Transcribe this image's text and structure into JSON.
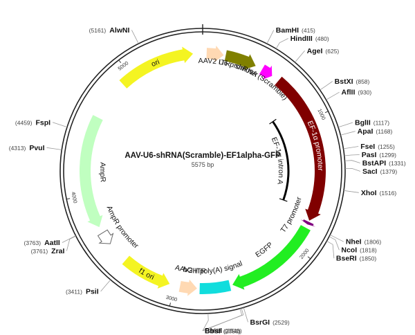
{
  "plasmid": {
    "name": "AAV-U6-shRNA(Scramble)-EF1alpha-GFP",
    "size": "5575 bp",
    "length": 5575
  },
  "ticks": [
    {
      "label": "1000",
      "bp": 1000
    },
    {
      "label": "2000",
      "bp": 2000
    },
    {
      "label": "3000",
      "bp": 3000
    },
    {
      "label": "4000",
      "bp": 4000
    },
    {
      "label": "5000",
      "bp": 5000
    }
  ],
  "features": [
    {
      "id": "ori",
      "label": "ori",
      "start": 4915,
      "end": 5502,
      "dir": "cw",
      "ring": "inner",
      "color": "#f4f422",
      "labelInside": true
    },
    {
      "id": "itr1",
      "label": "AAV2 ITR",
      "start": 30,
      "end": 160,
      "dir": "cw",
      "ring": "inner",
      "color": "#ffd9b3"
    },
    {
      "id": "u6",
      "label": "U6 promoter",
      "start": 175,
      "end": 415,
      "dir": "cw",
      "ring": "inner",
      "color": "#808000"
    },
    {
      "id": "shrna",
      "label": "shRNA (Scramble)",
      "start": 470,
      "end": 560,
      "dir": "cw",
      "ring": "inner",
      "color": "#ff00ff"
    },
    {
      "id": "ef1a",
      "label": "EF-1α promoter",
      "start": 620,
      "end": 1780,
      "dir": "cw",
      "ring": "inner",
      "color": "#800000",
      "labelInside": true
    },
    {
      "id": "intron",
      "label": "EF-1α intron A",
      "start": 850,
      "end": 1700,
      "dir": "none",
      "ring": "intron",
      "color": "#000000"
    },
    {
      "id": "t7",
      "label": "T7 promoter",
      "start": 1790,
      "end": 1812,
      "dir": "cw",
      "ring": "inner",
      "color": "#800080"
    },
    {
      "id": "egfp",
      "label": "EGFP",
      "start": 1840,
      "end": 2560,
      "dir": "cw",
      "ring": "inner",
      "color": "#22ee22"
    },
    {
      "id": "bgh",
      "label": "bGH poly(A) signal",
      "start": 2580,
      "end": 2810,
      "dir": "none",
      "ring": "inner",
      "color": "#11dddd"
    },
    {
      "id": "itr2",
      "label": "AAV2 ITR",
      "start": 2830,
      "end": 2960,
      "dir": "ccw",
      "ring": "inner",
      "color": "#ffd9b3"
    },
    {
      "id": "f1ori",
      "label": "f1 ori",
      "start": 3040,
      "end": 3420,
      "dir": "ccw",
      "ring": "inner",
      "color": "#f4f422",
      "labelInside": true
    },
    {
      "id": "ampprom",
      "label": "AmpR promoter",
      "start": 3590,
      "end": 3690,
      "dir": "ccw",
      "ring": "inner",
      "color": "#ffffff"
    },
    {
      "id": "ampr",
      "label": "AmpR",
      "start": 3740,
      "end": 4600,
      "dir": "ccw",
      "ring": "inner",
      "color": "#c0ffc0"
    }
  ],
  "sites": [
    {
      "name": "AlwNI",
      "pos": "(5161)",
      "bp": 5161
    },
    {
      "name": "BamHI",
      "pos": "(415)",
      "bp": 415
    },
    {
      "name": "HindIII",
      "pos": "(480)",
      "bp": 480
    },
    {
      "name": "AgeI",
      "pos": "(625)",
      "bp": 625
    },
    {
      "name": "BstXI",
      "pos": "(858)",
      "bp": 858
    },
    {
      "name": "AflII",
      "pos": "(930)",
      "bp": 930
    },
    {
      "name": "BglII",
      "pos": "(1117)",
      "bp": 1117
    },
    {
      "name": "ApaI",
      "pos": "(1168)",
      "bp": 1168
    },
    {
      "name": "FseI",
      "pos": "(1255)",
      "bp": 1255
    },
    {
      "name": "PasI",
      "pos": "(1299)",
      "bp": 1299
    },
    {
      "name": "BstAPI",
      "pos": "(1331)",
      "bp": 1331
    },
    {
      "name": "SacI",
      "pos": "(1379)",
      "bp": 1379
    },
    {
      "name": "XhoI",
      "pos": "(1516)",
      "bp": 1516
    },
    {
      "name": "NheI",
      "pos": "(1806)",
      "bp": 1806
    },
    {
      "name": "NcoI",
      "pos": "(1818)",
      "bp": 1818
    },
    {
      "name": "BseRI",
      "pos": "(1850)",
      "bp": 1850
    },
    {
      "name": "BsrGI",
      "pos": "(2529)",
      "bp": 2529
    },
    {
      "name": "PmeI",
      "pos": "(2543)",
      "bp": 2543
    },
    {
      "name": "BclI*",
      "pos": "(2552)",
      "bp": 2552,
      "muted": true
    },
    {
      "name": "BbsI",
      "pos": "(2754)",
      "bp": 2754
    },
    {
      "name": "PsiI",
      "pos": "(3411)",
      "bp": 3411
    },
    {
      "name": "ZraI",
      "pos": "(3761)",
      "bp": 3761
    },
    {
      "name": "AatII",
      "pos": "(3763)",
      "bp": 3763
    },
    {
      "name": "PvuI",
      "pos": "(4313)",
      "bp": 4313
    },
    {
      "name": "FspI",
      "pos": "(4459)",
      "bp": 4459
    }
  ]
}
